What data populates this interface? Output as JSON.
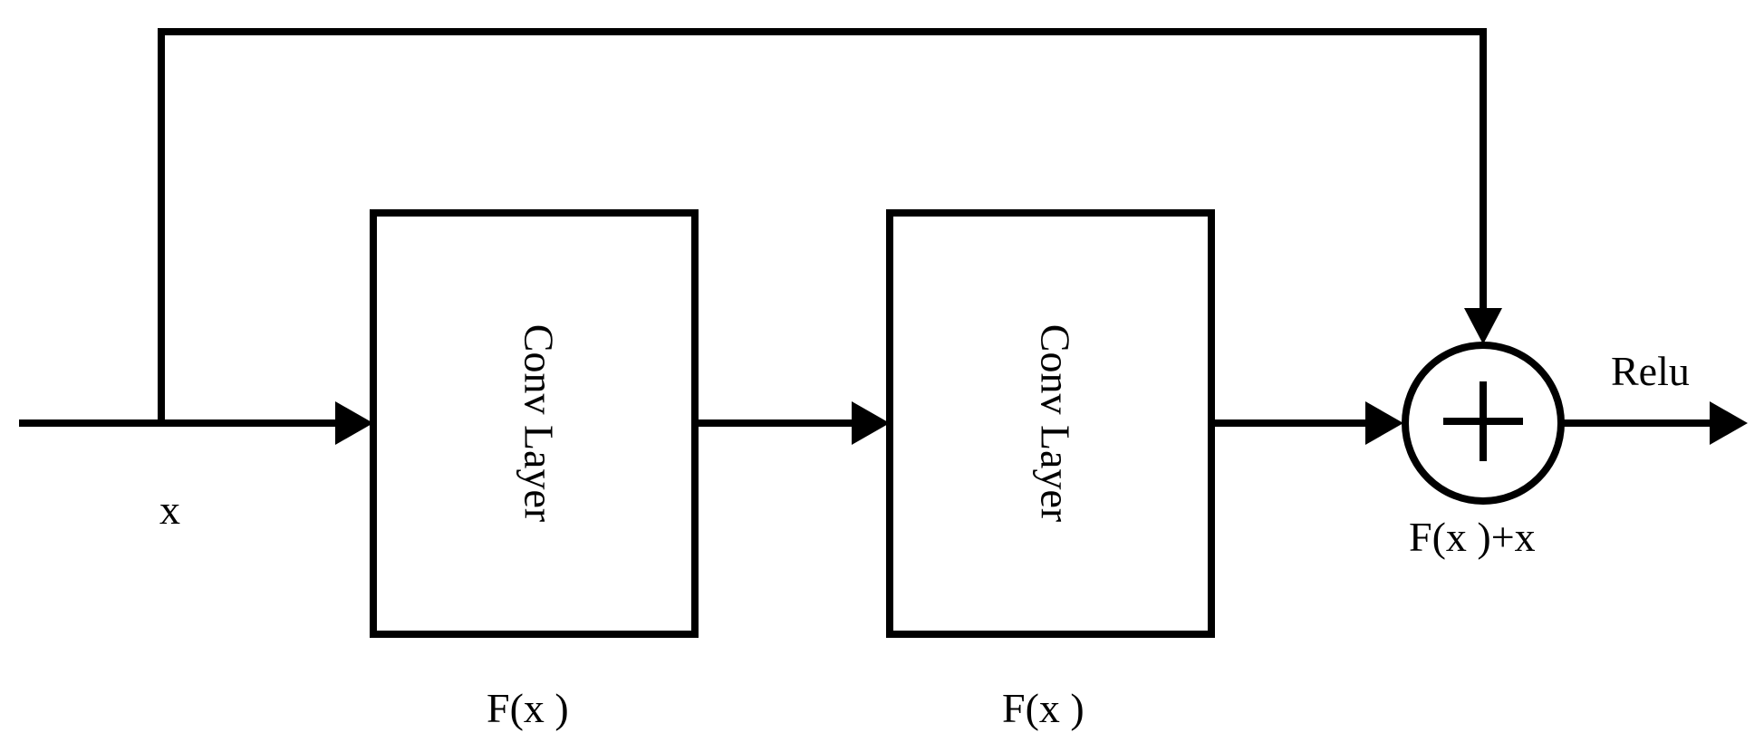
{
  "labels": {
    "input": "x",
    "block1_text": "Conv Layer",
    "block2_text": "Conv Layer",
    "block1_caption": "F(x )",
    "block2_caption": "F(x )",
    "sum_caption": "F(x )+x",
    "activation": "Relu"
  },
  "colors": {
    "stroke": "#000000",
    "background": "#ffffff"
  },
  "icons": {
    "adder": "plus-circle-icon"
  }
}
